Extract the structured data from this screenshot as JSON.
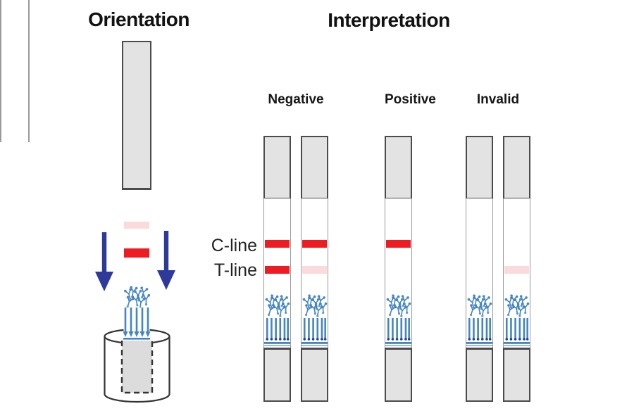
{
  "titles": {
    "left": "Orientation",
    "right": "Interpretation"
  },
  "line_labels": {
    "c": "C-line",
    "t": "T-line"
  },
  "orientation": {
    "lines": {
      "upper": "faint",
      "lower": "red"
    },
    "flow_direction": "down"
  },
  "interpretation": {
    "groups": [
      {
        "label": "Negative",
        "strips": [
          {
            "c_line": "red",
            "t_line": "red"
          },
          {
            "c_line": "red",
            "t_line": "faint"
          }
        ]
      },
      {
        "label": "Positive",
        "strips": [
          {
            "c_line": "red",
            "t_line": "none"
          }
        ]
      },
      {
        "label": "Invalid",
        "strips": [
          {
            "c_line": "none",
            "t_line": "none"
          },
          {
            "c_line": "none",
            "t_line": "faint"
          }
        ]
      }
    ]
  },
  "colors": {
    "red_line": "#EE1B23",
    "faint_line": "#FBDADC",
    "strip_fill": "#E3E3E3",
    "strip_border": "#4B4B4B",
    "membrane_border": "#9B9B9B",
    "arrow_blue": "#2E3A99",
    "particle_blue": "#4585C1",
    "particle_dark": "#21418C",
    "cup_outline": "#333333",
    "text": "#1A1A1A"
  }
}
